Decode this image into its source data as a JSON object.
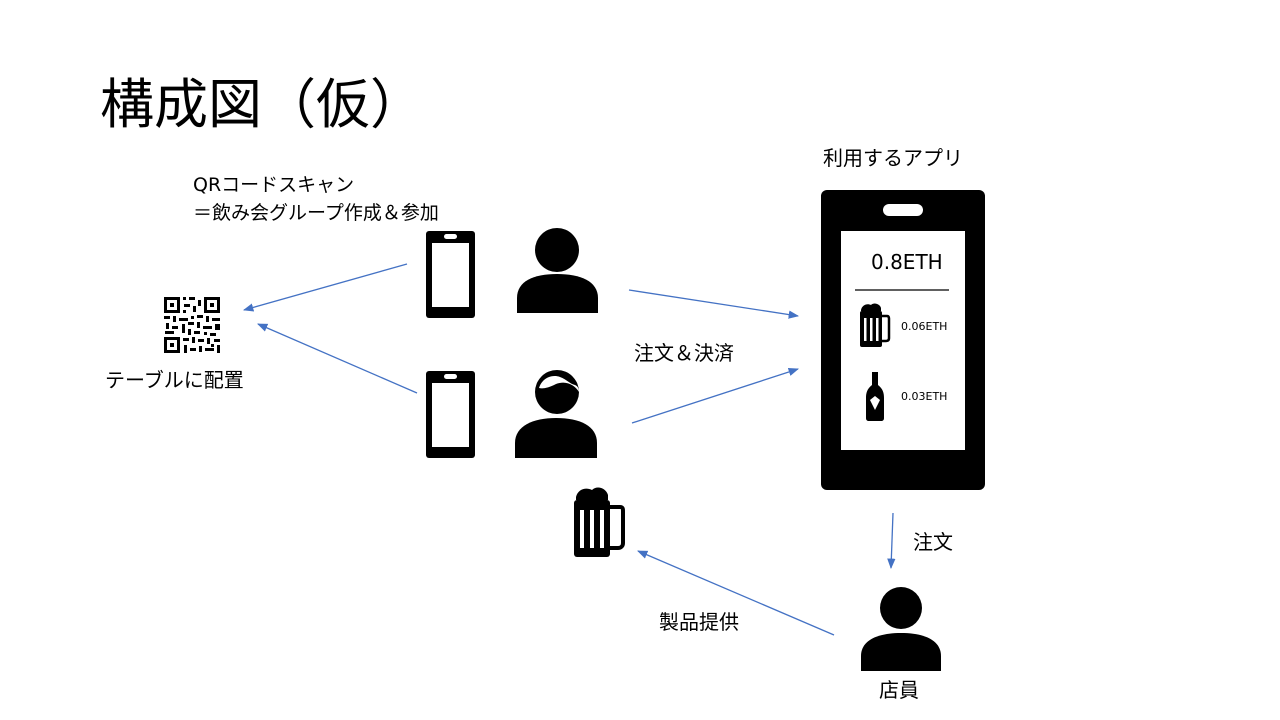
{
  "slide": {
    "title": "構成図（仮）"
  },
  "labels": {
    "qr_scan_line1": "QRコードスキャン",
    "qr_scan_line2": "＝飲み会グループ作成＆参加",
    "table_placement": "テーブルに配置",
    "order_and_payment": "注文＆決済",
    "app_in_use": "利用するアプリ",
    "order": "注文",
    "product_delivery": "製品提供",
    "staff": "店員"
  },
  "app": {
    "balance": "0.8ETH",
    "items": [
      {
        "icon": "beer-mug-icon",
        "price": "0.06ETH"
      },
      {
        "icon": "bottle-icon",
        "price": "0.03ETH"
      }
    ]
  },
  "colors": {
    "arrow": "#4472c4",
    "icon": "#000000"
  }
}
